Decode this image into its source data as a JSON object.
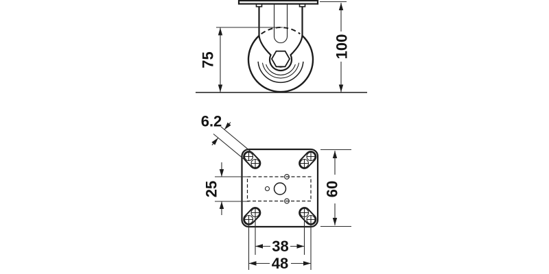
{
  "drawing": {
    "type": "technical-dimension-drawing",
    "views": {
      "side_view": "caster side elevation with wheel, fork and top plate",
      "plate_view": "mounting plate bottom view with slotted holes"
    },
    "labels": {
      "side": {
        "wheel_diameter": "75",
        "overall_height": "100"
      },
      "plate": {
        "slot_width": "6.2",
        "plate_inner": "25",
        "plate_height": "60",
        "holes_inner": "38",
        "holes_outer": "48"
      }
    },
    "colors": {
      "background": "#ffffff",
      "line": "#1c1c1c",
      "dimension_line": "#2b2b2b",
      "text": "#141414"
    }
  }
}
